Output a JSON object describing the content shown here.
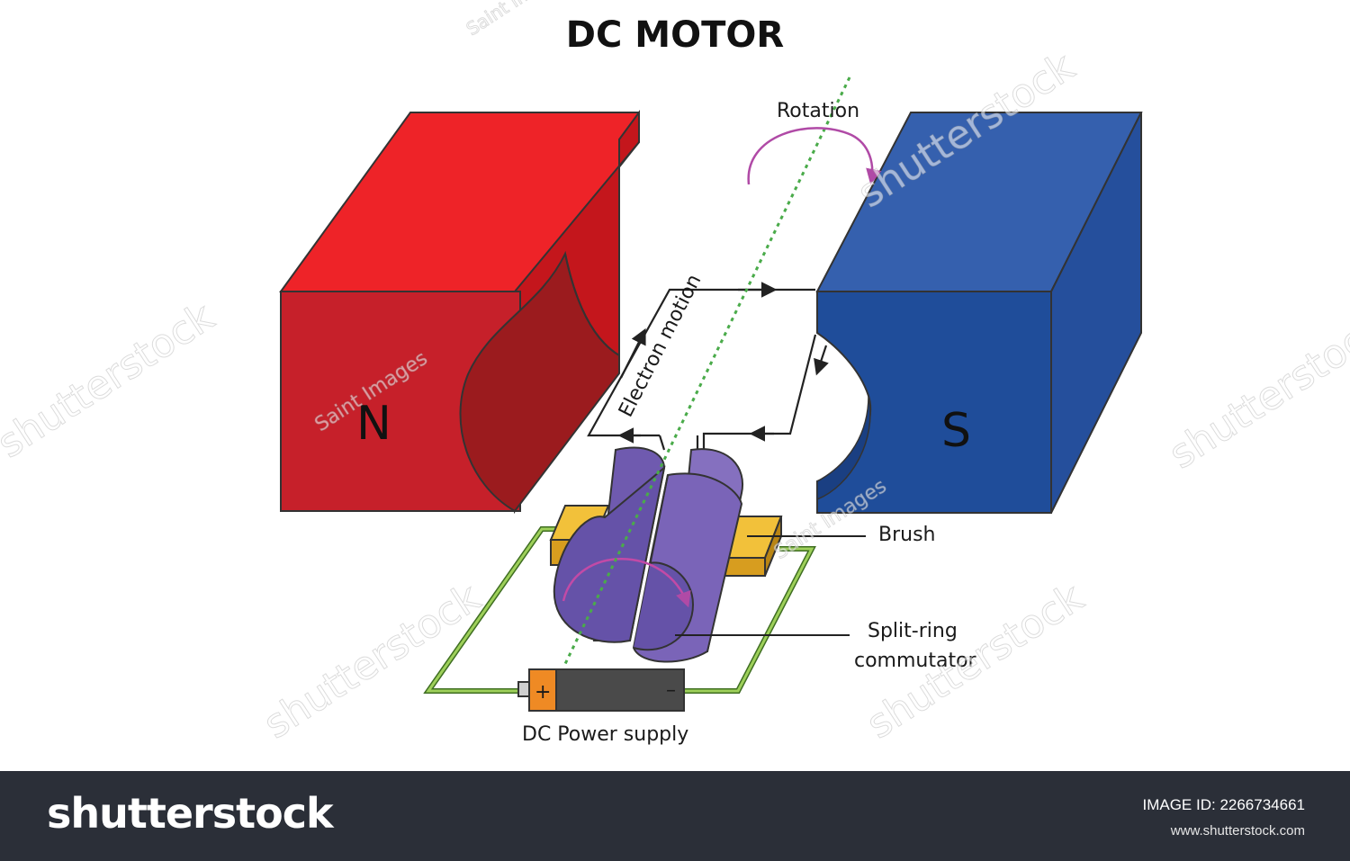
{
  "title": "DC MOTOR",
  "labels": {
    "rotation": "Rotation",
    "north": "N",
    "south": "S",
    "electron_motion": "Electron motion",
    "brush": "Brush",
    "commutator_line1": "Split-ring",
    "commutator_line2": "commutator",
    "power_supply": "DC Power supply",
    "battery_plus": "+",
    "battery_minus": "–"
  },
  "watermarks": {
    "stock_text": "shutterstock",
    "author_text": "Saint Images"
  },
  "footer": {
    "logo": "shutterstock",
    "image_id": "IMAGE ID: 2266734661",
    "url": "www.shutterstock.com"
  },
  "colors": {
    "north_magnet": "#e8202a",
    "south_magnet": "#2d5ba8",
    "commutator": "#6e5ba8",
    "brush": "#e0ab2a",
    "wire": "#8cc04a",
    "axis_line": "#4aab4a",
    "rotation_arrow": "#b04aa6",
    "footer_bg": "#2b2f38"
  }
}
